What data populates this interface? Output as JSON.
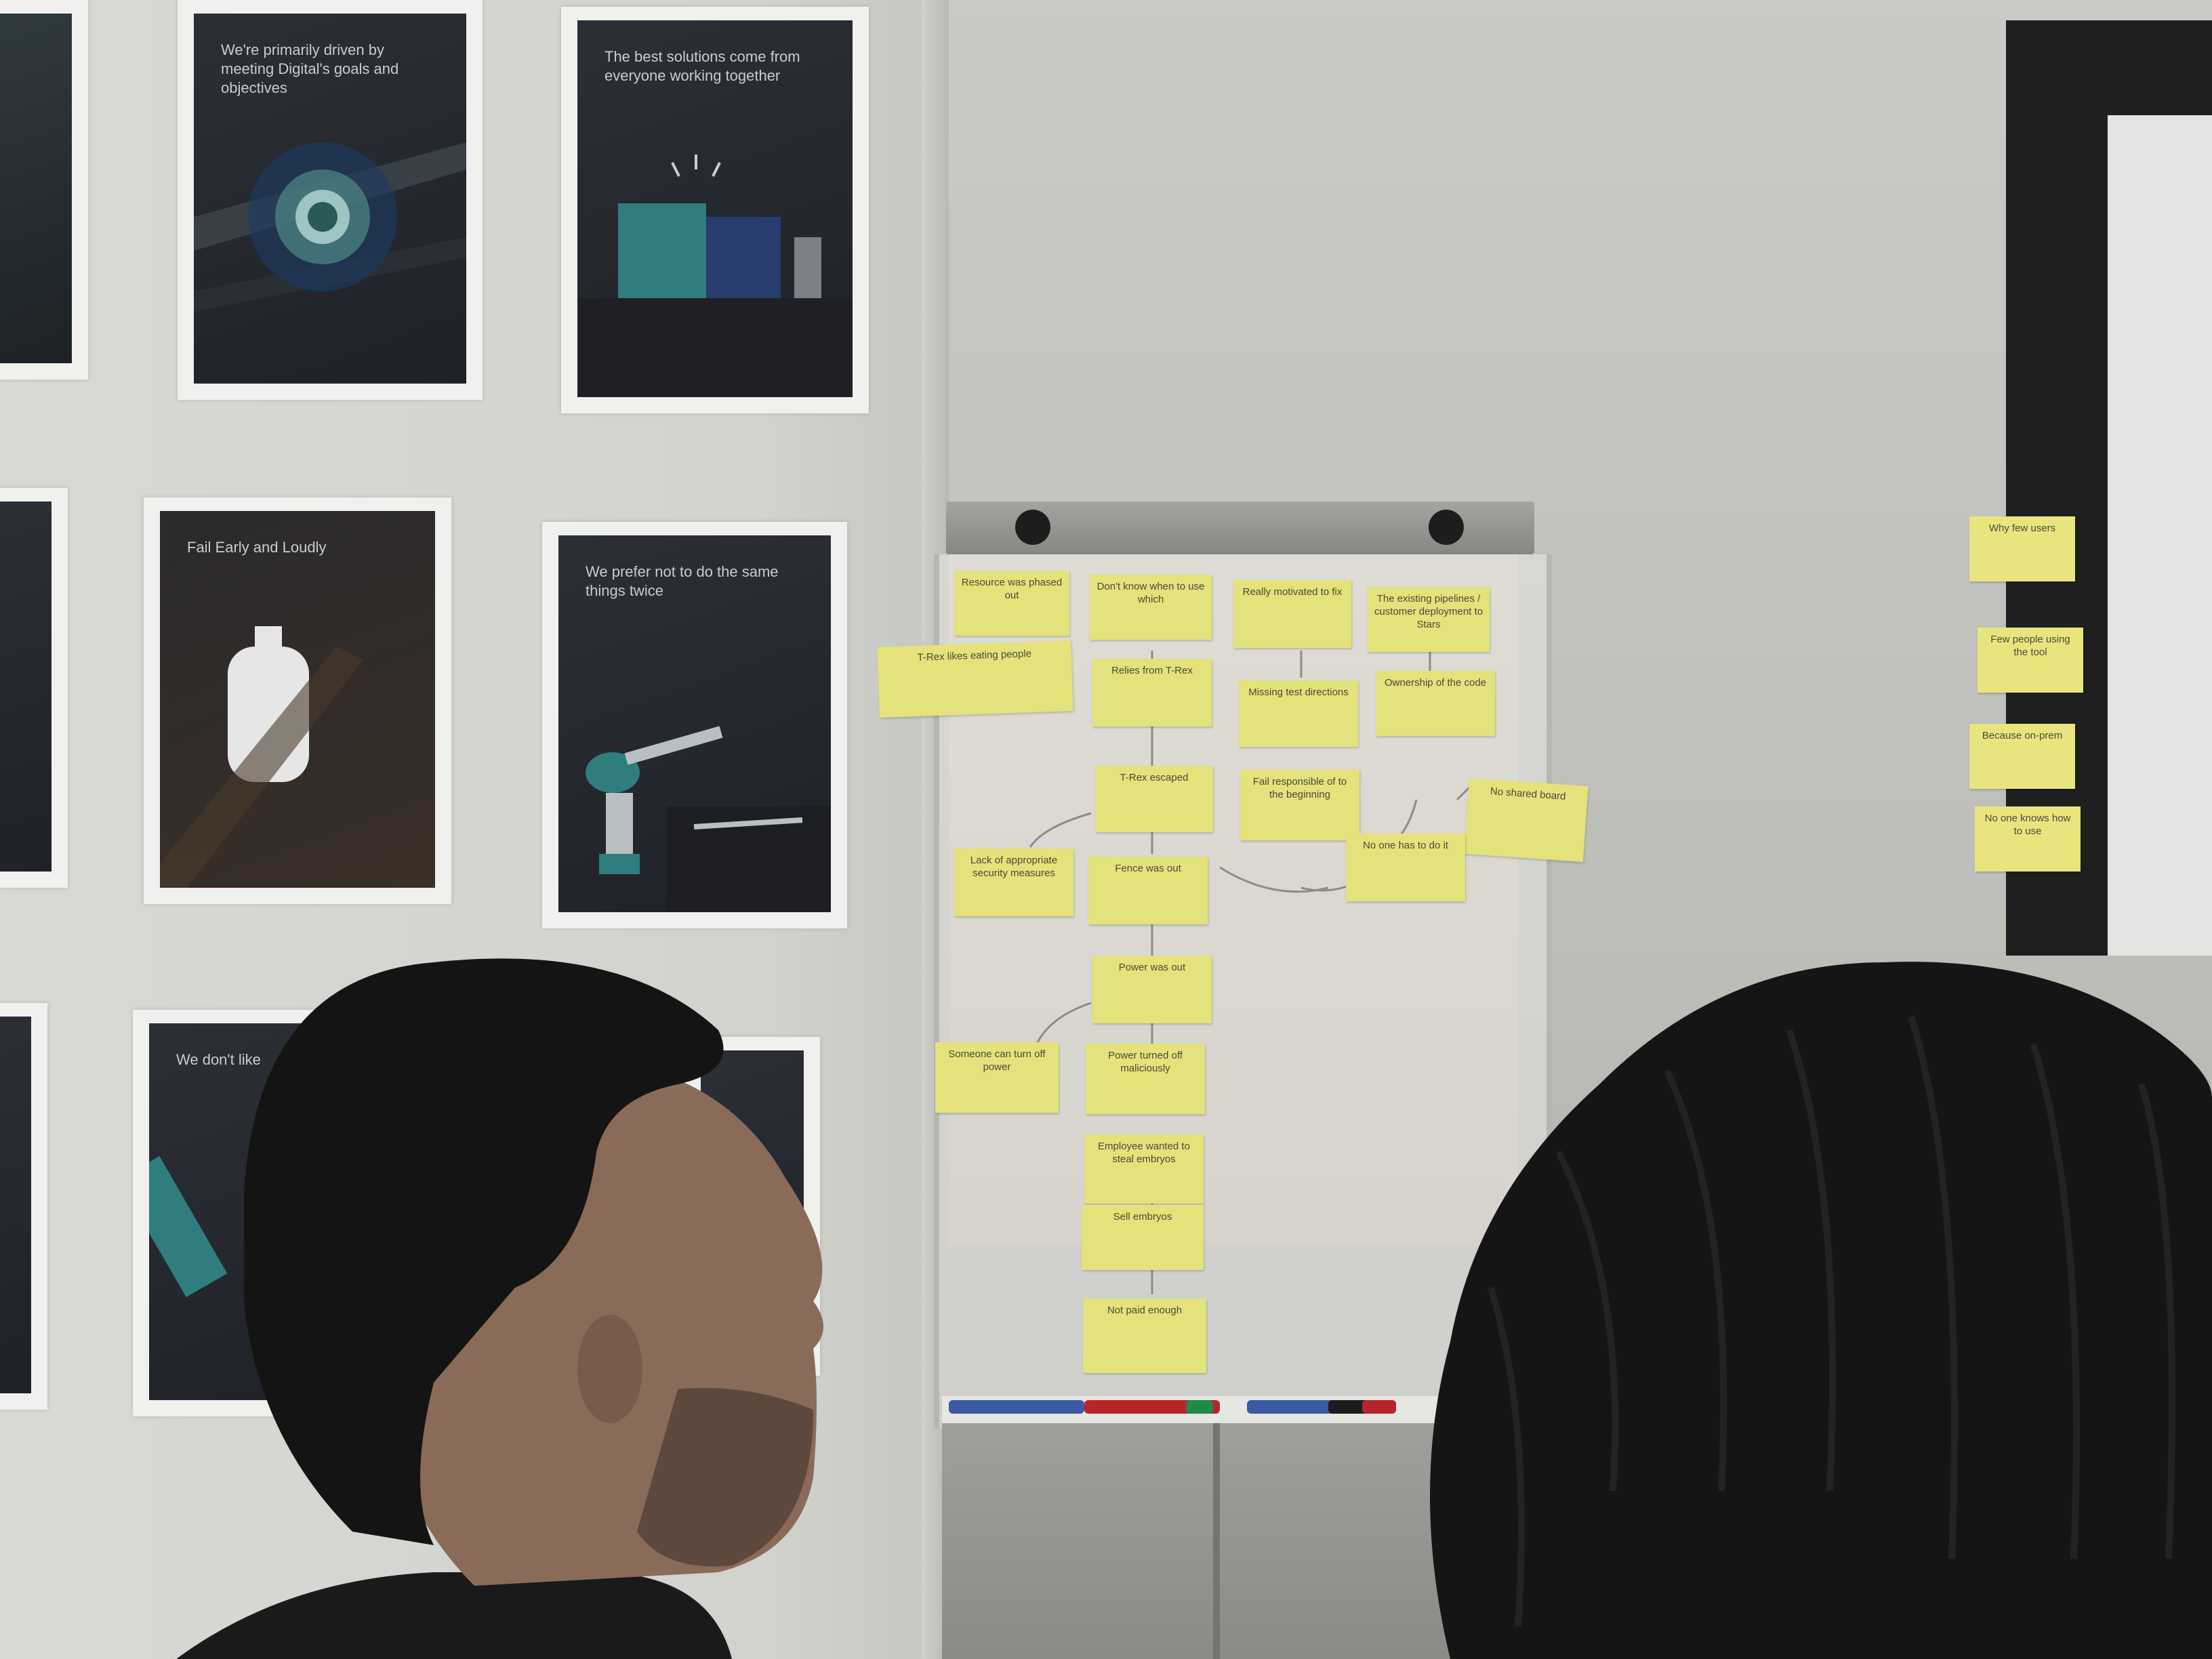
{
  "scene": {
    "description_label": "",
    "colors": {
      "wall": "#d2d2ce",
      "sticky_note": "#e4e27a",
      "poster_dark": "#23262d",
      "hair": "#141414",
      "skin": "#8a6a58"
    }
  },
  "posters": [
    {
      "id": "poster-1",
      "text": "We're primarily driven by meeting Digital's goals and objectives"
    },
    {
      "id": "poster-2",
      "text": "The best solutions come from everyone working together"
    },
    {
      "id": "poster-3",
      "text": "Fail Early and Loudly"
    },
    {
      "id": "poster-4",
      "text": "We prefer not to do the same things twice"
    },
    {
      "id": "poster-5",
      "text": "We don't like"
    }
  ],
  "flipchart_notes": [
    {
      "id": "n1",
      "text": "Resource was phased out"
    },
    {
      "id": "n2",
      "text": "Don't know when to use which"
    },
    {
      "id": "n3",
      "text": "Really motivated to fix"
    },
    {
      "id": "n4",
      "text": "The existing pipelines / customer deployment to Stars"
    },
    {
      "id": "n5",
      "text": "T-Rex likes eating people"
    },
    {
      "id": "n6",
      "text": "Relies from T-Rex"
    },
    {
      "id": "n7",
      "text": "Missing test directions"
    },
    {
      "id": "n8",
      "text": "Ownership of the code"
    },
    {
      "id": "n9",
      "text": "T-Rex escaped"
    },
    {
      "id": "n10",
      "text": "Fail responsible of to the beginning"
    },
    {
      "id": "n11",
      "text": "No shared board"
    },
    {
      "id": "n12",
      "text": "Lack of appropriate security measures"
    },
    {
      "id": "n13",
      "text": "Fence was out"
    },
    {
      "id": "n14",
      "text": "No one has to do it"
    },
    {
      "id": "n15",
      "text": "Power was out"
    },
    {
      "id": "n16",
      "text": "Someone can turn off power"
    },
    {
      "id": "n17",
      "text": "Power turned off maliciously"
    },
    {
      "id": "n18",
      "text": "Employee wanted to steal embryos"
    },
    {
      "id": "n19",
      "text": "Sell embryos"
    },
    {
      "id": "n20",
      "text": "Not paid enough"
    }
  ],
  "side_notes": [
    {
      "id": "s1",
      "text": "Why few users"
    },
    {
      "id": "s2",
      "text": "Few people using the tool"
    },
    {
      "id": "s3",
      "text": "Because on-prem"
    },
    {
      "id": "s4",
      "text": "No one knows how to use"
    }
  ]
}
